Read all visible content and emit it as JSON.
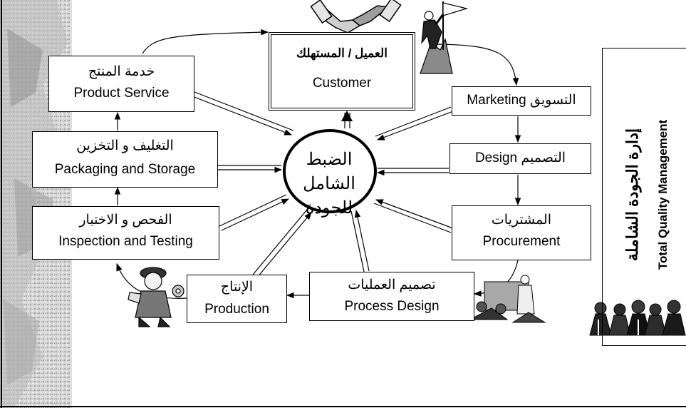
{
  "center": {
    "line1": "الضبط الشامل",
    "line2": "للجودة"
  },
  "customer": {
    "ar": "العميل / المستهلك",
    "en": "Customer"
  },
  "marketing": {
    "label": "التسويق Marketing"
  },
  "design": {
    "label": "التصميم  Design"
  },
  "procurement": {
    "ar": "المشتريات",
    "en": "Procurement"
  },
  "process_design": {
    "ar": "تصميم العمليات",
    "en": "Process Design"
  },
  "production": {
    "ar": "الإنتاج",
    "en": "Production"
  },
  "inspection": {
    "ar": "الفحص و الاختبار",
    "en": "Inspection and Testing"
  },
  "packaging": {
    "ar": "التغليف و التخزين",
    "en": "Packaging and Storage"
  },
  "service": {
    "ar": "خدمة المنتج",
    "en": "Product Service"
  },
  "tqm": {
    "ar": "إدارة الجودة الشاملة",
    "en": "Total Quality Management"
  },
  "colors": {
    "line": "#000000",
    "background": "#ffffff",
    "texture": "#b8b8b8"
  },
  "icons": [
    "handshake-icon",
    "climber-flag-icon",
    "mechanic-icon",
    "meeting-icon",
    "business-group-icon",
    "gear-texture"
  ]
}
